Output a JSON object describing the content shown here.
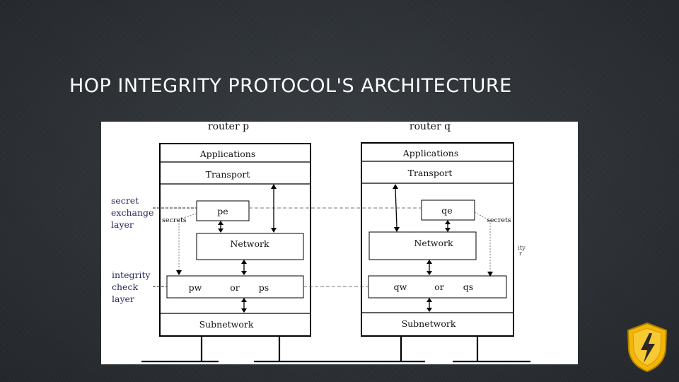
{
  "slide": {
    "title": "HOP INTEGRITY PROTOCOL'S ARCHITECTURE"
  },
  "diagram": {
    "router_p": {
      "title": "router p",
      "applications": "Applications",
      "transport": "Transport",
      "secret_process": "pe",
      "network": "Network",
      "integrity_left": "pw",
      "integrity_or": "or",
      "integrity_right": "ps",
      "subnetwork": "Subnetwork",
      "secrets_label": "secrets"
    },
    "router_q": {
      "title": "router q",
      "applications": "Applications",
      "transport": "Transport",
      "secret_process": "qe",
      "network": "Network",
      "integrity_left": "qw",
      "integrity_or": "or",
      "integrity_right": "qs",
      "subnetwork": "Subnetwork",
      "secrets_label": "secrets"
    },
    "layers": {
      "secret_exchange": [
        "secret",
        "exchange",
        "layer"
      ],
      "integrity_check": [
        "integrity",
        "check",
        "layer"
      ]
    },
    "cropped_side_text": [
      "ity",
      "r"
    ]
  },
  "colors": {
    "background": "#2b2f33",
    "title": "#ffffff",
    "badge_gold": "#f2b705",
    "badge_dark": "#2d2926"
  },
  "icons": {
    "badge": "shield-lightning-icon"
  }
}
